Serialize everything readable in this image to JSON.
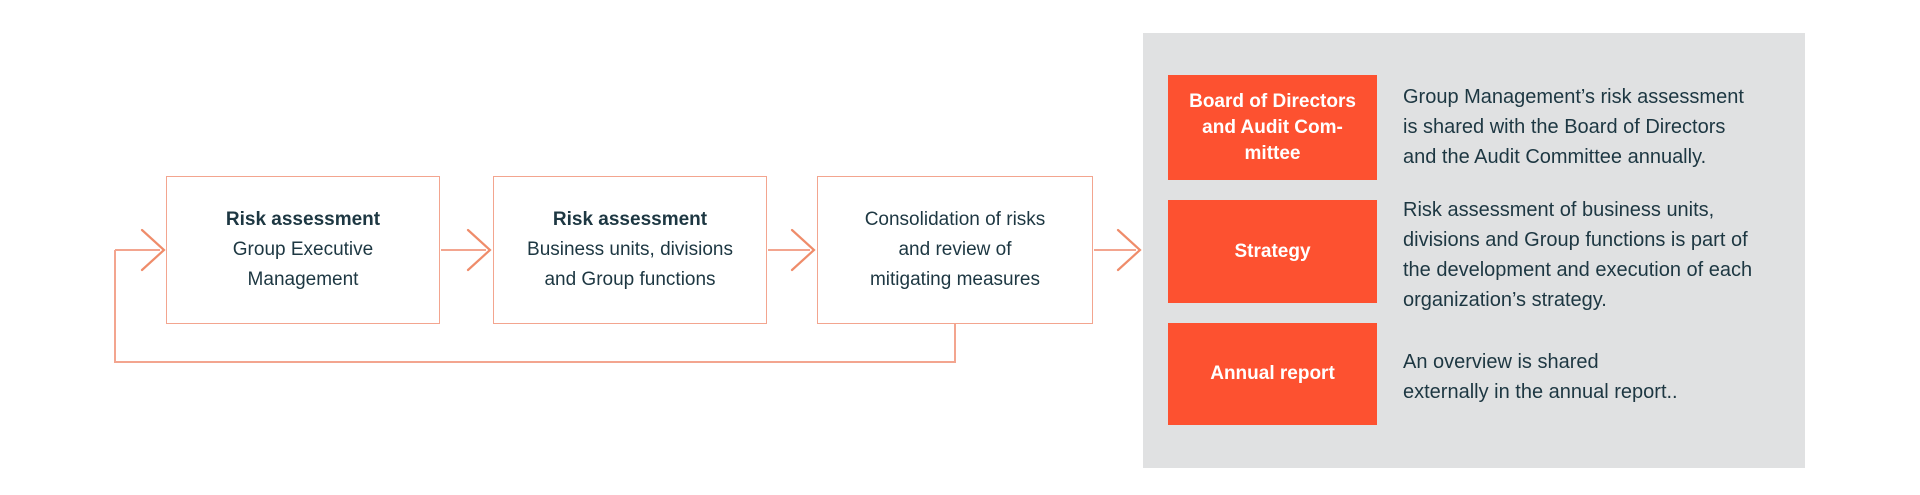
{
  "colors": {
    "accent": "#FD5130",
    "line": "#F3A58F",
    "arrow": "#EF8C6A",
    "panel_bg": "#E0E1E2",
    "ink": "#1D3742"
  },
  "flow": {
    "boxes": [
      {
        "title": "Risk assessment",
        "body": "Group Executive\nManagement"
      },
      {
        "title": "Risk assessment",
        "body": "Business units, divisions\nand Group functions"
      },
      {
        "body": "Consolidation of risks\nand review of\nmitigating measures"
      }
    ]
  },
  "panel": {
    "rows": [
      {
        "label": "Board of Directors\nand Audit Com-\nmittee",
        "description": "Group Management’s risk assessment\nis shared with the Board of Directors\nand the Audit Committee annually."
      },
      {
        "label": "Strategy",
        "description": "Risk assessment of business units,\ndivisions and Group functions is part of\nthe development and execution of each\norganization’s strategy."
      },
      {
        "label": "Annual report",
        "description": "An overview is shared\nexternally in the annual report.."
      }
    ]
  }
}
